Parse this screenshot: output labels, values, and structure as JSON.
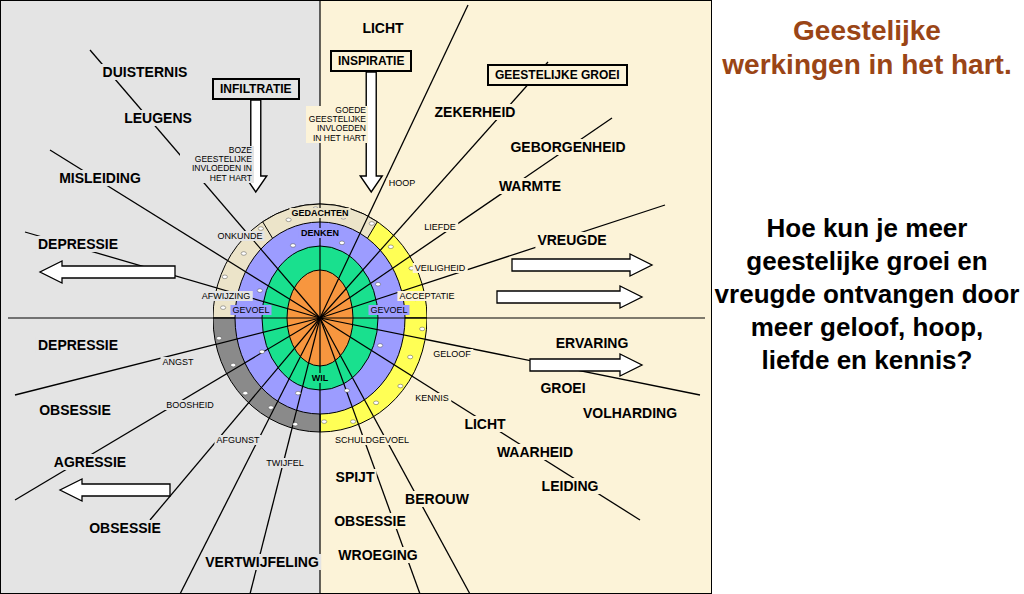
{
  "diagram": {
    "title": "Geestelijke werkingen in het hart.",
    "caption": "Hoe kun je meer geestelijke groei en vreugde ontvangen door meer geloof, hoop, liefde en kennis?",
    "nodes": [
      {
        "text": [
          "INFILTRATIE"
        ]
      },
      {
        "text": [
          "INSPIRATIE"
        ]
      },
      {
        "text": [
          "GEESTELIJKE GROEI"
        ]
      },
      {
        "text": [
          "GEDACHTEN",
          "DENKEN",
          "GEVOEL",
          "GEVOEL",
          "WIL"
        ]
      }
    ],
    "edges": [
      {
        "from": 0,
        "to": 3,
        "arrow": "to"
      },
      {
        "from": 1,
        "to": 3,
        "arrow": "to"
      }
    ],
    "labels": [
      "LICHT",
      "DUISTERNIS",
      "LEUGENS",
      "ZEKERHEID",
      "GEBORGENHEID",
      "BOZE GEESTELIJKE INVLOEDEN IN HET HART",
      "GOEDE GEESTELIJKE INVLOEDEN IN HET HART",
      "MISLEIDING",
      "HOOP",
      "WARMTE",
      "LIEFDE",
      "ONKUNDE",
      "DEPRESSIE",
      "VREUGDE",
      "VEILIGHEID",
      "AFWIJZING",
      "ACCEPTATIE",
      "DEPRESSIE",
      "ERVARING",
      "GELOOF",
      "ANGST",
      "GROEI",
      "KENNIS",
      "BOOSHEID",
      "OBSESSIE",
      "VOLHARDING",
      "LICHT",
      "AFGUNST",
      "SCHULDGEVOEL",
      "WAARHEID",
      "AGRESSIE",
      "TWIJFEL",
      "SPIJT",
      "LEIDING",
      "BEROUW",
      "OBSESSIE",
      "OBSESSIE",
      "WROEGING",
      "VERTWIJFELING"
    ]
  }
}
